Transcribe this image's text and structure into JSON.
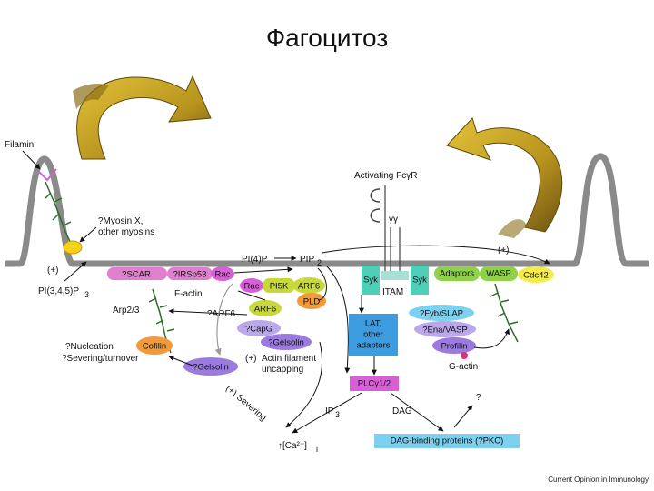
{
  "title": "Фагоцитоз",
  "credit": "Current Opinion in Immunology",
  "labels": {
    "filamin": "Filamin",
    "myosin_x": "?Myosin X,",
    "other_myosins": "other myosins",
    "plus_left": "(+)",
    "pi345p3": "PI(3,4,5)P",
    "pi345p3_sub": "3",
    "activating_fcyr": "Activating FcγR",
    "gamma_gamma": "γγ",
    "pi4p": "PI(4)P",
    "pip2": "PIP",
    "pip2_sub": "2",
    "plus_right": "(+)",
    "f_actin": "F-actin",
    "arp23": "Arp2/3",
    "arf6_q": "?ARF6",
    "nucleation": "?Nucleation",
    "severing_turnover": "?Severing/turnover",
    "plus_actin": "(+)",
    "actin_filament": "Actin filament",
    "uncapping": "uncapping",
    "severing": "(+) Severing",
    "ip3": "IP",
    "ip3_sub": "3",
    "dag": "DAG",
    "question": "?",
    "ca": "↑[Ca²⁺]",
    "ca_sub": "i",
    "g_actin": "G-actin",
    "itam": "ITAM"
  },
  "pills": {
    "scar": "?SCAR",
    "irsp53": "?IRSp53",
    "rac1": "Rac",
    "rac2": "Rac",
    "pi5k": "PI5K",
    "arf6a": "ARF6",
    "arf6b": "ARF6",
    "pld": "PLD",
    "capg": "?CapG",
    "gelsolin1": "?Gelsolin",
    "gelsolin2": "?Gelsolin",
    "cofilin": "Cofilin",
    "syk1": "Syk",
    "syk2": "Syk",
    "lat": "LAT,\nother\nadaptors",
    "lat_1": "LAT,",
    "lat_2": "other",
    "lat_3": "adaptors",
    "plcy": "PLCγ1/2",
    "adaptors": "Adaptors",
    "wasp": "WASP",
    "cdc42": "Cdc42",
    "fyb": "?Fyb/SLAP",
    "ena": "?Ena/VASP",
    "profilin": "Profilin",
    "dag_binding": "DAG-binding proteins (?PKC)"
  },
  "colors": {
    "membrane": "#7f7f7f",
    "gold_arrow": "#b8941e",
    "actin_green": "#2f6b2a",
    "pink": "#e07fd0",
    "magenta": "#d85fd6",
    "yellow_green": "#c7d83a",
    "orange": "#f29a3a",
    "lavender": "#bba8ea",
    "purple": "#9b7be0",
    "teal": "#4fcfb8",
    "blue": "#3d9be0",
    "light_blue": "#7dd0ee",
    "green": "#8fd24a",
    "yellow": "#f4ec4a"
  }
}
